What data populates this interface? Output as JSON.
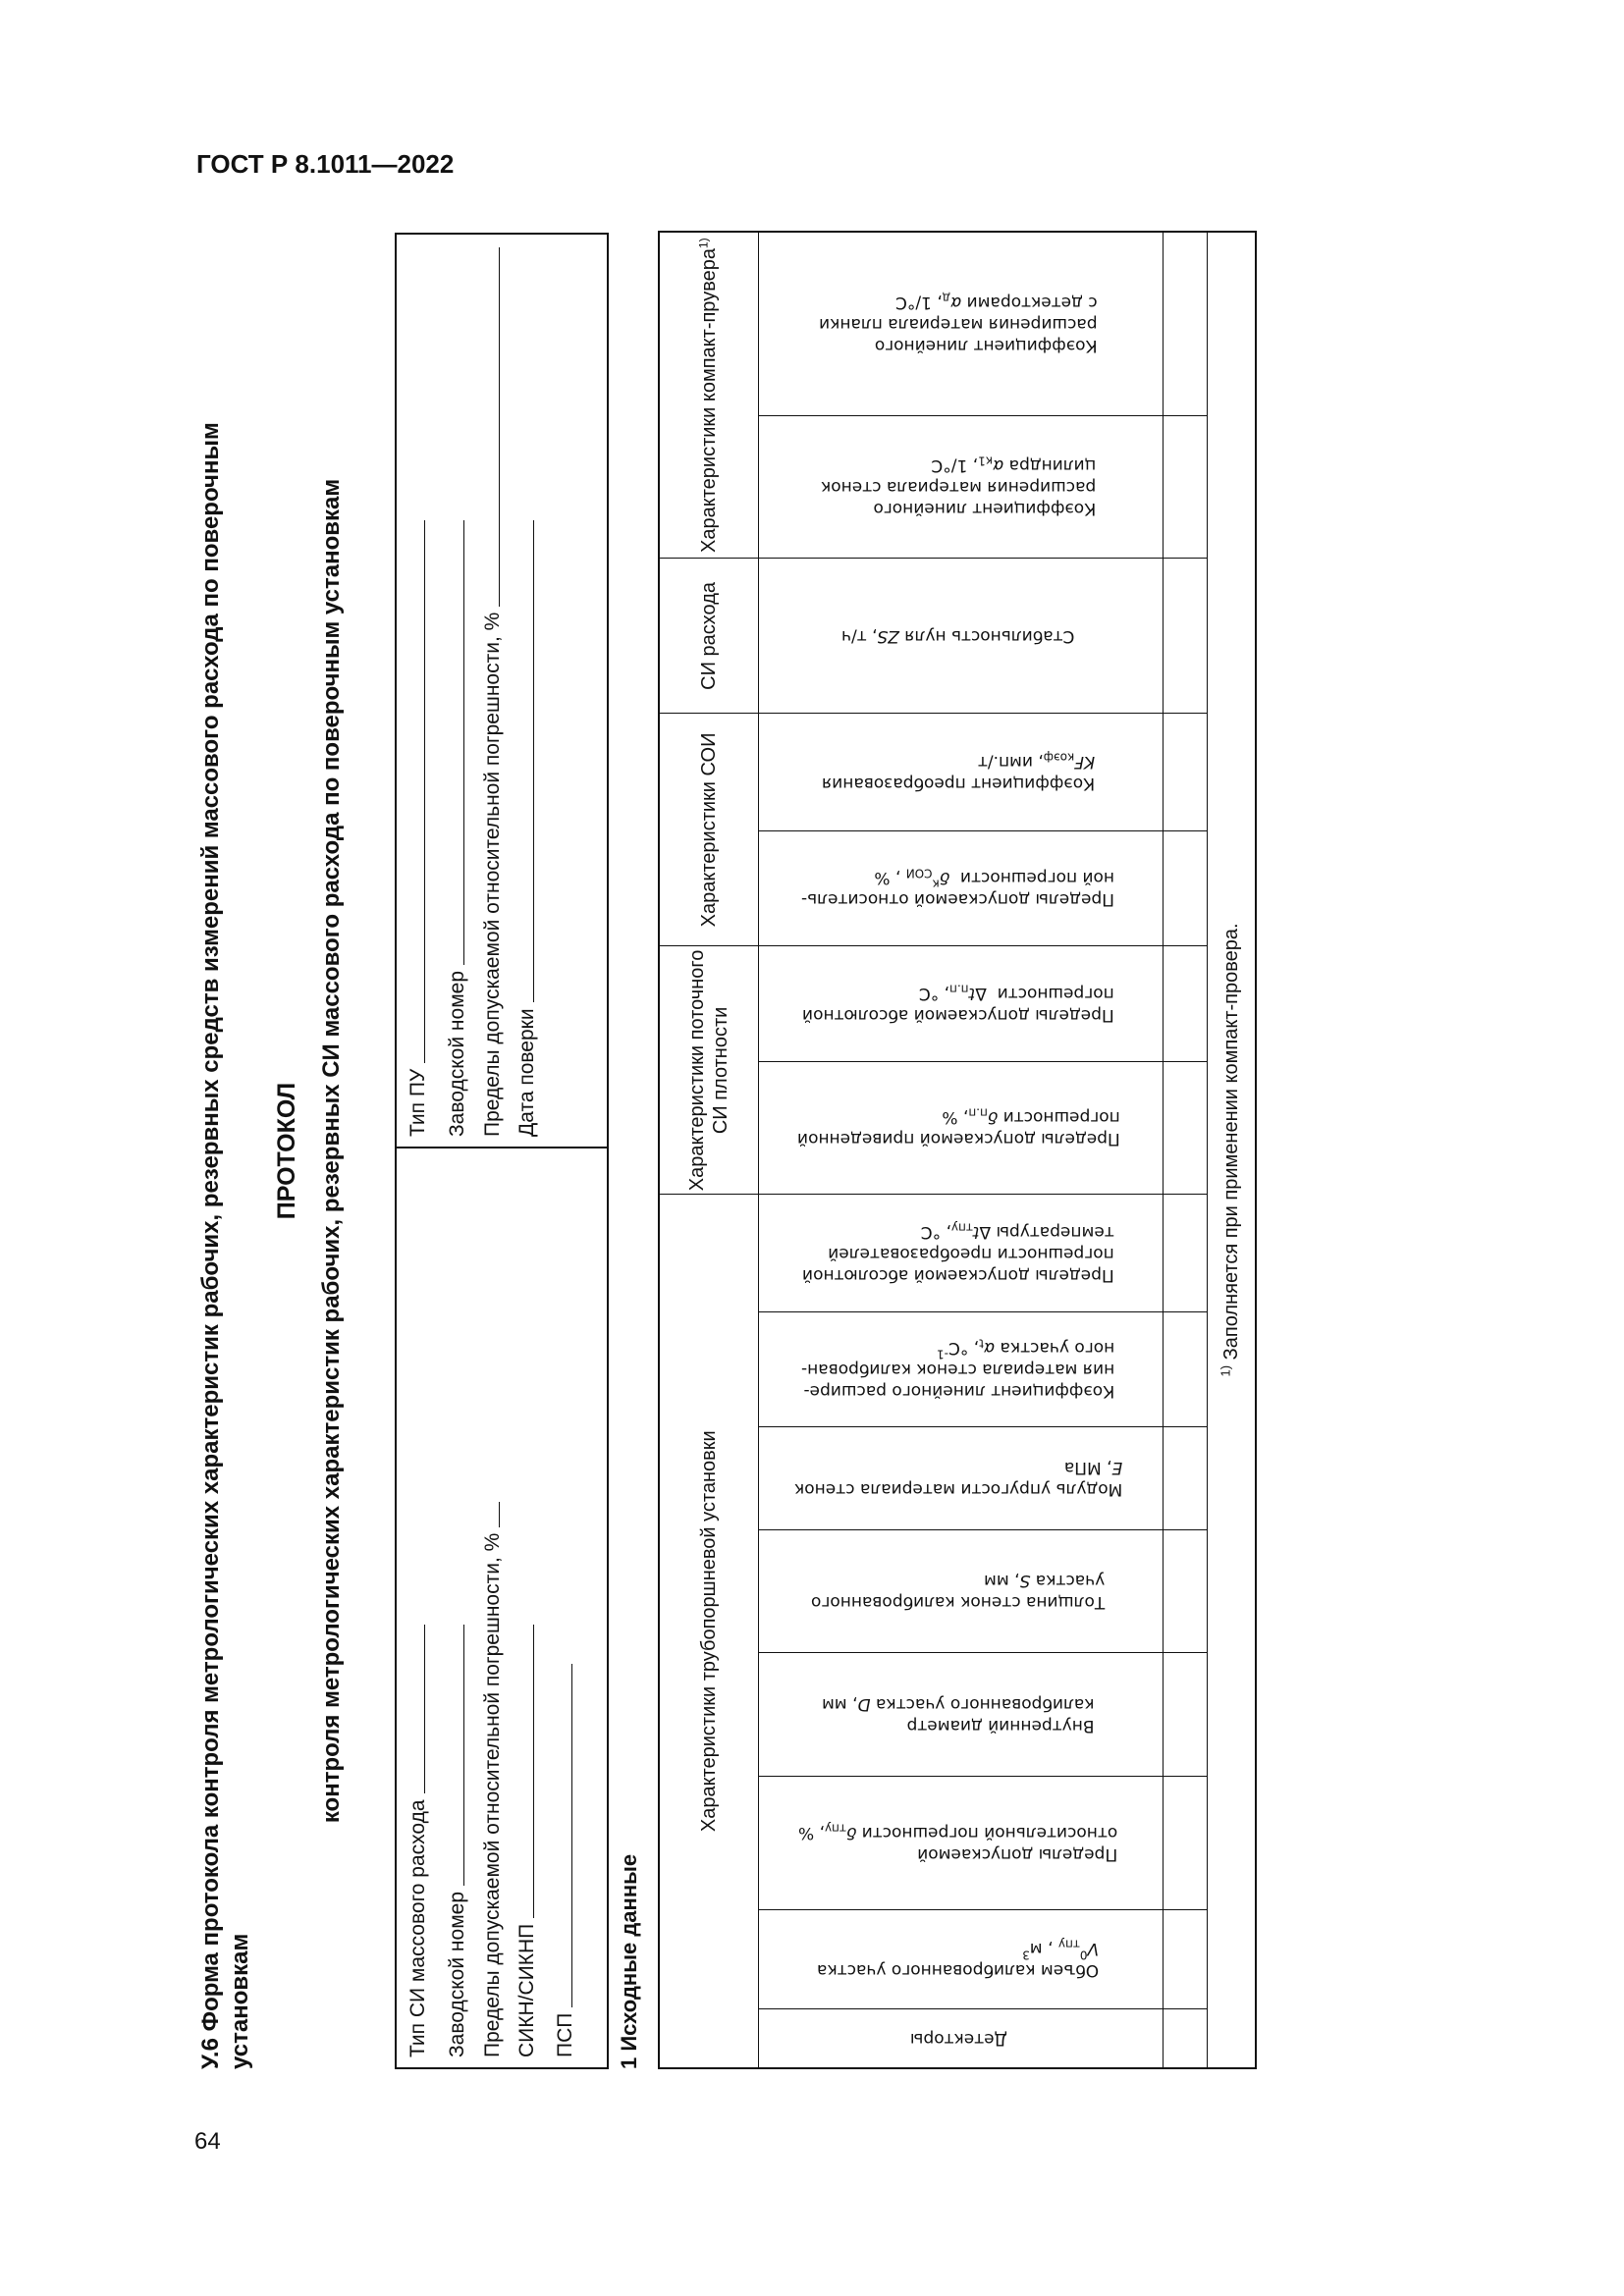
{
  "header": {
    "doc_code": "ГОСТ Р 8.1011—2022",
    "page_number": "64"
  },
  "title_lines": [
    "У.6 Форма протокола контроля метрологических характеристик рабочих, резервных средств измерений массового расхода по поверочным",
    "установкам"
  ],
  "protocol": {
    "heading": "ПРОТОКОЛ",
    "subtitle": "контроля метрологических характеристик рабочих, резервных СИ массового расхода по поверочным установкам"
  },
  "form": {
    "left": [
      "Тип СИ массового расхода",
      "Заводской номер",
      "Пределы допускаемой относительной погрешности, %",
      "СИКН/СИКНП",
      "ПСП"
    ],
    "right": [
      "Тип ПУ",
      "Заводской номер",
      "Пределы допускаемой относительной погрешности, %",
      "Дата поверки"
    ]
  },
  "section_title": "1 Исходные данные",
  "table": {
    "groups": [
      {
        "label": "Характеристики трубопоршневой установки",
        "sup": "",
        "span": 8
      },
      {
        "label": "Характеристики поточного СИ плотности",
        "sup": "",
        "span": 2
      },
      {
        "label": "Характеристики СОИ",
        "sup": "",
        "span": 2
      },
      {
        "label": "СИ расхода",
        "sup": "",
        "span": 1
      },
      {
        "label": "Характеристики компакт-прувера",
        "sup": "1)",
        "span": 2
      }
    ],
    "columns": [
      [
        [
          "Детекторы",
          ""
        ]
      ],
      [
        [
          "Объем калиброванного участка\n",
          ""
        ],
        [
          "V",
          "i"
        ],
        [
          "0",
          "sup"
        ],
        [
          "тпу",
          "sub"
        ],
        [
          " , м",
          ""
        ],
        [
          "3",
          "sup"
        ]
      ],
      [
        [
          "Пределы допускаемой\nотносительной погрешности ",
          ""
        ],
        [
          "δ",
          "i"
        ],
        [
          "тпу",
          "sub"
        ],
        [
          ", %",
          ""
        ]
      ],
      [
        [
          "Внутренний диаметр\nкалиброванного участка ",
          ""
        ],
        [
          "D",
          "i"
        ],
        [
          ", мм",
          ""
        ]
      ],
      [
        [
          "Толщина стенок калиброванного\nучастка ",
          ""
        ],
        [
          "S",
          "i"
        ],
        [
          ", мм",
          ""
        ]
      ],
      [
        [
          "Модуль упругости материала стенок\n",
          ""
        ],
        [
          "E",
          "i"
        ],
        [
          ", МПа",
          ""
        ]
      ],
      [
        [
          "Коэффициент линейного расшире-\nния материала стенок калиброван-\nного участка ",
          ""
        ],
        [
          "α",
          "i"
        ],
        [
          "t",
          "sub"
        ],
        [
          ", °С",
          ""
        ],
        [
          "-1",
          "sup"
        ]
      ],
      [
        [
          "Пределы допускаемой абсолютной\nпогрешности преобразователей\nтемпературы Δ",
          ""
        ],
        [
          "t",
          "i"
        ],
        [
          "тпу",
          "sub"
        ],
        [
          ", °С",
          ""
        ]
      ],
      [
        [
          "Пределы допускаемой приведенной\nпогрешности ",
          ""
        ],
        [
          "δ",
          "i"
        ],
        [
          "п.п",
          "sub"
        ],
        [
          ", %",
          ""
        ]
      ],
      [
        [
          "Пределы допускаемой абсолютной\nпогрешности  Δ",
          ""
        ],
        [
          "t",
          "i"
        ],
        [
          "п.п",
          "sub"
        ],
        [
          ", °С",
          ""
        ]
      ],
      [
        [
          "Пределы допускаемой относитель-\nной погрешности  ",
          ""
        ],
        [
          "δ",
          "i"
        ],
        [
          "к",
          "sup"
        ],
        [
          "СОИ",
          "sub"
        ],
        [
          " , %",
          ""
        ]
      ],
      [
        [
          "Коэффициент преобразования\n",
          ""
        ],
        [
          "KF",
          "i"
        ],
        [
          "коэф",
          "sub"
        ],
        [
          ", имп./т",
          ""
        ]
      ],
      [
        [
          "Стабильность нуля ",
          ""
        ],
        [
          "ZS",
          "i"
        ],
        [
          ", т/ч",
          ""
        ]
      ],
      [
        [
          "Коэффициент линейного\nрасширения материала стенок\nцилиндра ",
          ""
        ],
        [
          "α",
          "i"
        ],
        [
          "к1",
          "sub"
        ],
        [
          ", 1/°С",
          ""
        ]
      ],
      [
        [
          "Коэффициент линейного\nрасширения материала планки\nс детекторами ",
          ""
        ],
        [
          "α",
          "i"
        ],
        [
          "д",
          "sub"
        ],
        [
          ", 1/°С",
          ""
        ]
      ]
    ],
    "footnote": {
      "mark": "1)",
      "text": " Заполняется при применении компакт-провера."
    }
  }
}
